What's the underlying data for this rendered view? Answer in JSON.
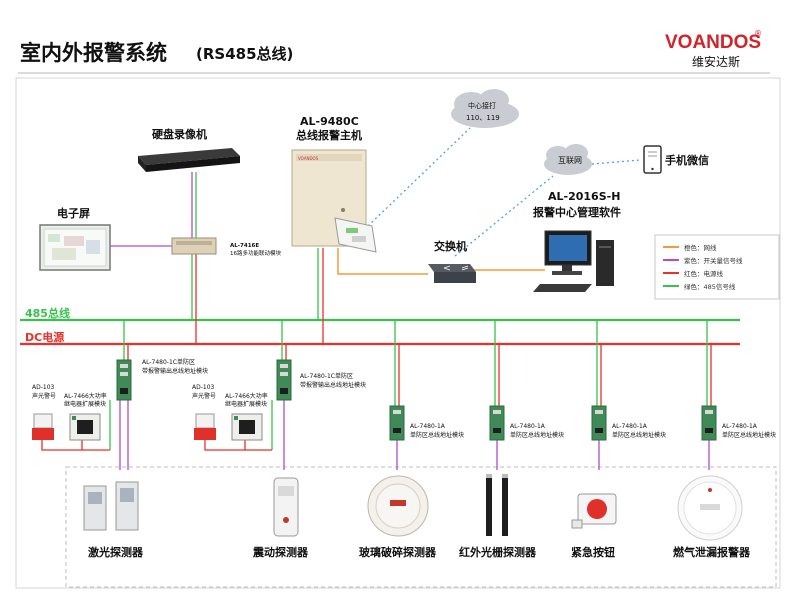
{
  "header": {
    "title": "室内外报警系统",
    "subtitle": "(RS485总线)",
    "brand_name": "VOANDOS",
    "brand_registered": "®",
    "brand_cn": "维安达斯"
  },
  "buses": {
    "rs485_label": "485总线",
    "dc_label": "DC电源",
    "rs485_color": "#39c24b",
    "dc_color": "#e8312b"
  },
  "devices": {
    "nvr": "硬盘录像机",
    "screen": "电子屏",
    "linkage_model": "AL-7416E",
    "linkage_desc": "16路多功能联动模块",
    "host_model": "AL-9480C",
    "host_name": "总线报警主机",
    "center_call": "中心接打",
    "center_numbers": "110、119",
    "internet": "互联网",
    "phone_wechat": "手机微信",
    "software_model": "AL-2016S-H",
    "software_name": "报警中心管理软件",
    "switch": "交换机"
  },
  "legend": {
    "items": [
      {
        "color": "#f39a3a",
        "label": "橙色：网线"
      },
      {
        "color": "#b24bd0",
        "label": "紫色：开关量信号线"
      },
      {
        "color": "#e8312b",
        "label": "红色：电源线"
      },
      {
        "color": "#39c24b",
        "label": "绿色：485信号线"
      }
    ]
  },
  "modules": {
    "m1c_model": "AL-7480-1C单防区",
    "m1c_desc": "带报警输出总线地址模块",
    "m1a_model": "AL-7480-1A",
    "m1a_desc": "单防区总线地址模块",
    "siren_model": "AD-103",
    "siren_name": "声光警号",
    "relay_model": "AL-7466大功率",
    "relay_desc": "继电器扩展模块"
  },
  "detectors": [
    {
      "name": "激光探测器"
    },
    {
      "name": "震动探测器"
    },
    {
      "name": "玻璃破碎探测器"
    },
    {
      "name": "红外光栅探测器"
    },
    {
      "name": "紧急按钮"
    },
    {
      "name": "燃气泄漏报警器"
    }
  ],
  "colors": {
    "network": "#f39a3a",
    "signal": "#b24bd0",
    "power": "#e8312b",
    "bus": "#39c24b",
    "cloud_link": "#4aa3e0"
  }
}
